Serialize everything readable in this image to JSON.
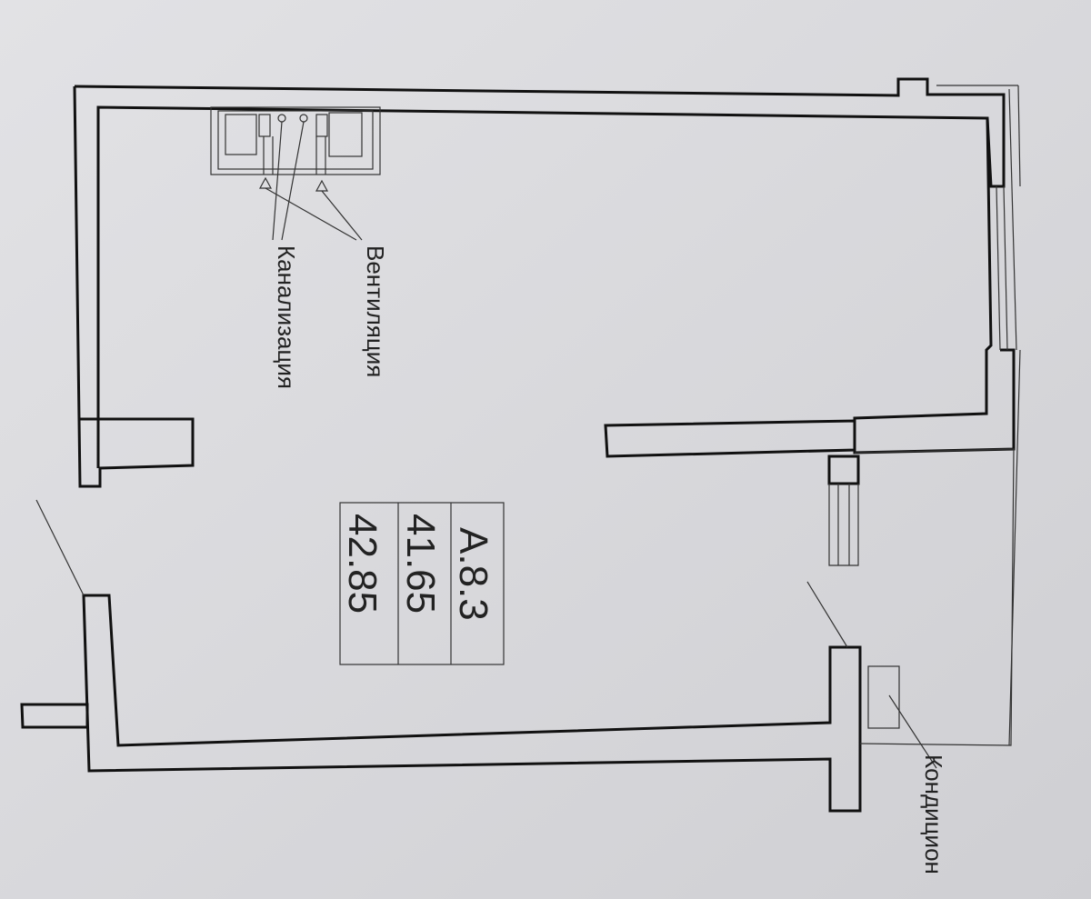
{
  "labels": {
    "ventilation": "Вентиляция",
    "sewerage": "Канализация",
    "conditioner": "Кондицион"
  },
  "unit": {
    "code": "А.8.3",
    "area_1": "41.65",
    "area_2": "42.85"
  },
  "colors": {
    "paper": "#dcdcdf",
    "line": "#111111"
  }
}
